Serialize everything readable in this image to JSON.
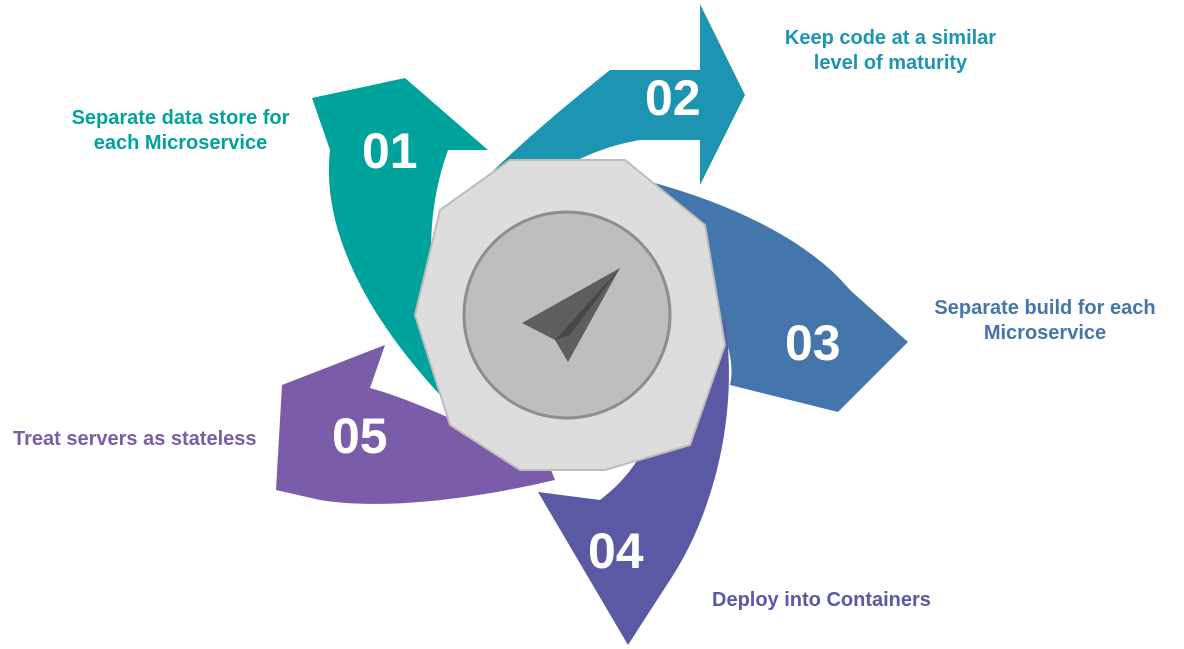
{
  "center": {
    "icon": "paper-plane-icon"
  },
  "steps": [
    {
      "number": "01",
      "lines": [
        "Separate data store for",
        "each Microservice"
      ],
      "color": "#00A29C"
    },
    {
      "number": "02",
      "lines": [
        "Keep code at a similar",
        "level of maturity"
      ],
      "color": "#1E94B3"
    },
    {
      "number": "03",
      "lines": [
        "Separate build for each",
        "Microservice"
      ],
      "color": "#4576AB"
    },
    {
      "number": "04",
      "lines": [
        "Deploy into Containers"
      ],
      "color": "#5B58A4"
    },
    {
      "number": "05",
      "lines": [
        "Treat servers as stateless"
      ],
      "color": "#7B5CA9"
    }
  ]
}
